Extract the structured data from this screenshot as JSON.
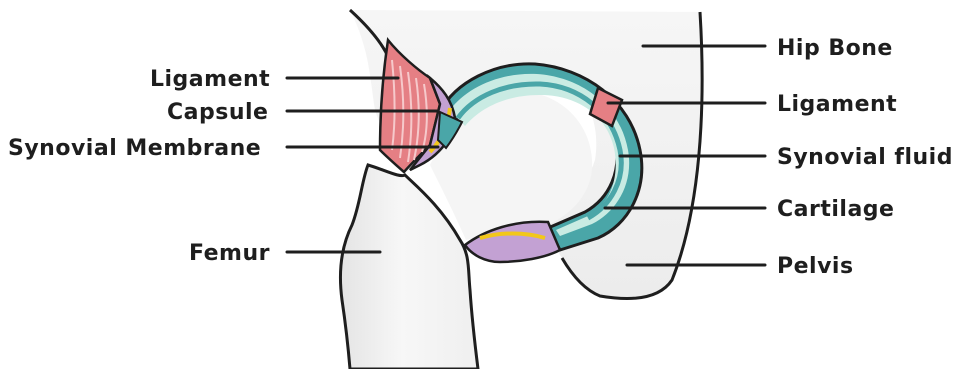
{
  "diagram": {
    "labels": {
      "ligament_left": "Ligament",
      "capsule": "Capsule",
      "synovial_membrane": "Synovial Membrane",
      "femur": "Femur",
      "hip_bone": "Hip Bone",
      "ligament_right": "Ligament",
      "synovial_fluid": "Synovial fluid",
      "cartilage": "Cartilage",
      "pelvis": "Pelvis"
    },
    "colors": {
      "outline": "#1e1e1e",
      "bone": "#f3f3f3",
      "cartilage_teal": "#4aa6a8",
      "synovial_fluid": "#c9ebe3",
      "ligament_red": "#e57f84",
      "capsule_purple": "#c3a1d3",
      "membrane_yellow": "#f2c71a"
    }
  }
}
